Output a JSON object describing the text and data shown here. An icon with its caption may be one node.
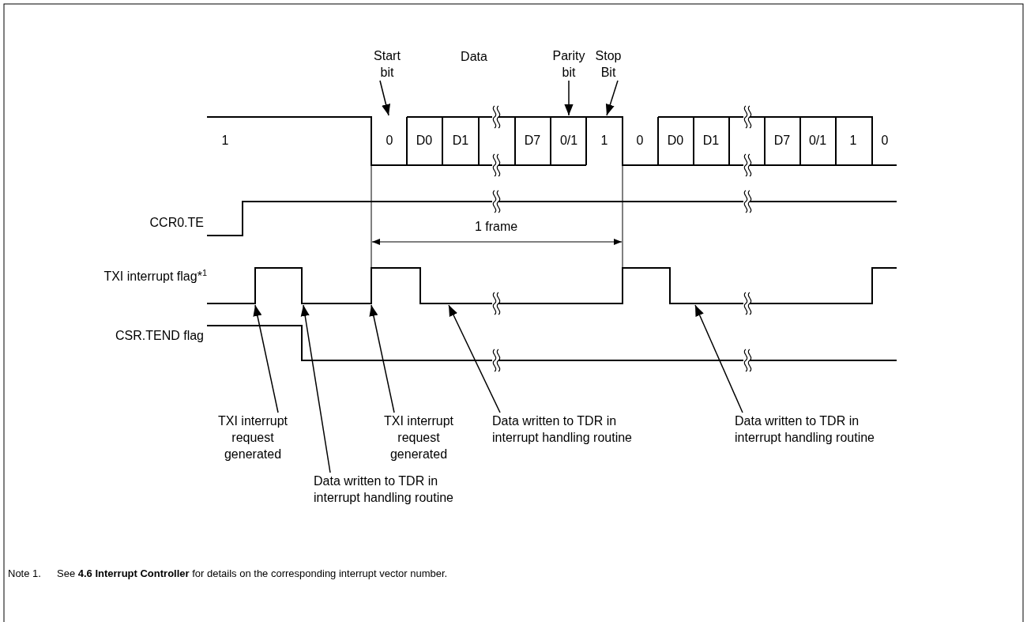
{
  "diagram": {
    "nodes": [
      {
        "text": [
          "Start bit"
        ]
      },
      {
        "text": [
          "Parity bit"
        ]
      },
      {
        "text": [
          "Stop Bit"
        ]
      },
      {
        "text": [
          "TXI interrupt request generated"
        ]
      },
      {
        "text": [
          "Data written to TDR in interrupt handling routine"
        ]
      },
      {
        "text": [
          "TXI interrupt request generated"
        ]
      },
      {
        "text": [
          "Data written to TDR in interrupt handling routine"
        ]
      },
      {
        "text": [
          "Data written to TDR in interrupt handling routine"
        ]
      }
    ],
    "edges": [
      {
        "from": 0,
        "to": null,
        "arrow": "to"
      },
      {
        "from": 1,
        "to": null,
        "arrow": "to"
      },
      {
        "from": 2,
        "to": null,
        "arrow": "to"
      },
      {
        "from": 3,
        "to": null,
        "arrow": "to"
      },
      {
        "from": 4,
        "to": null,
        "arrow": "to"
      },
      {
        "from": 5,
        "to": null,
        "arrow": "to"
      },
      {
        "from": 6,
        "to": null,
        "arrow": "to"
      },
      {
        "from": 7,
        "to": null,
        "arrow": "to"
      }
    ],
    "labels": [
      "Data",
      "1",
      "0",
      "D0",
      "D1",
      "D7",
      "0/1",
      "1",
      "0",
      "D0",
      "D1",
      "D7",
      "0/1",
      "1",
      "0",
      "CCR0.TE",
      "1 frame",
      "TXI interrupt flag*$^{1}$",
      "CSR.TEND flag",
      "Note 1.",
      "See **4.6  Interrupt Controller** for details on the corresponding interrupt vector number."
    ]
  }
}
